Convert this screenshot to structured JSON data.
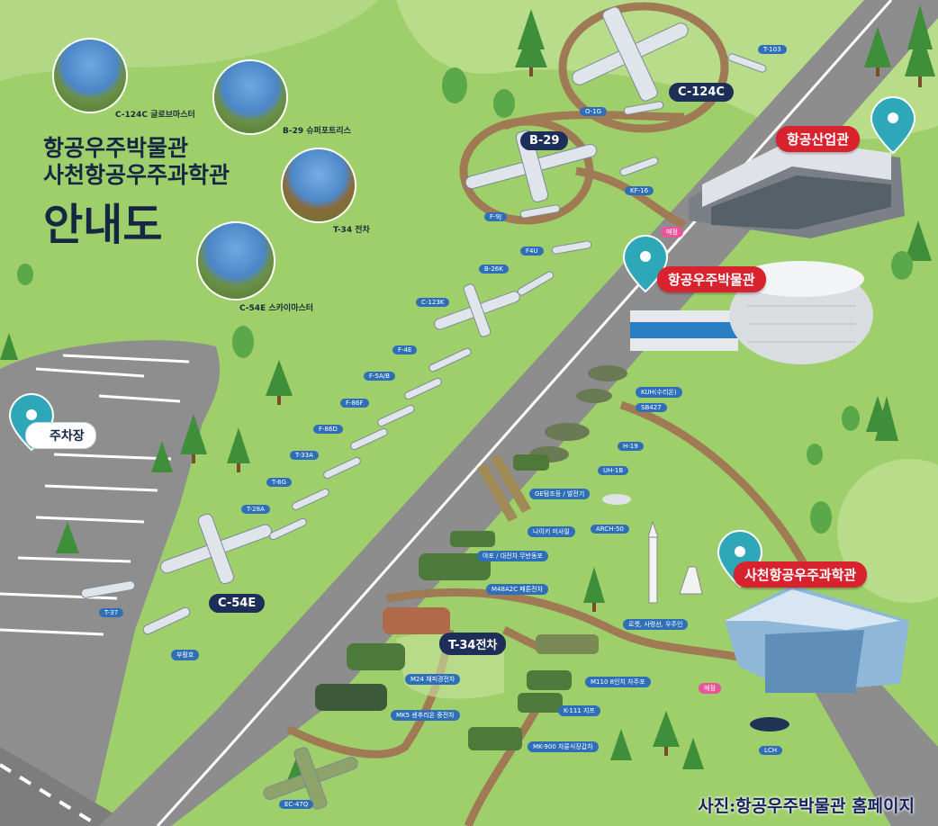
{
  "title": {
    "line1": "항공우주박물관",
    "line2": "사천항공우주과학관",
    "line3": "안내도"
  },
  "photos": [
    {
      "label": "C-124C 글로브마스터"
    },
    {
      "label": "B-29 슈퍼포트리스"
    },
    {
      "label": "T-34 전차"
    },
    {
      "label": "C-54E 스카이마스터"
    }
  ],
  "buildings": {
    "industry": "항공산업관",
    "museum": "항공우주박물관",
    "science": "사천항공우주과학관"
  },
  "parking": "주차장",
  "major": {
    "c124c": "C-124C",
    "b29": "B-29",
    "c54e": "C-54E",
    "t34": "T-34전차"
  },
  "tags": {
    "t103": "T-103",
    "o1g": "O-1G",
    "kf16": "KF-16",
    "f9j": "F-9J",
    "f4u": "F4U",
    "b26k": "B-26K",
    "c123k": "C-123K",
    "f4e": "F-4E",
    "f5ab": "F-5A/B",
    "f86f": "F-86F",
    "f86d": "F-86D",
    "t33a": "T-33A",
    "t6g": "T-6G",
    "t28a": "T-28A",
    "t37": "T-37",
    "buhwal": "부활호",
    "kuh": "KUH(수리온)",
    "sb427": "SB427",
    "h19": "H-19",
    "uh1b": "UH-1B",
    "ge": "GE탐조등 / 발전기",
    "arch50": "ARCH-50",
    "nike": "나이키 미사일",
    "aa": "야포 / 대전차 무반동포",
    "m48": "M48A2C 패튼전차",
    "rocket": "로켓, 사령선, 우주인",
    "m24": "M24 채피경전차",
    "m110": "M110 8인치 자주포",
    "mk5": "MK5 센추리온 중전차",
    "k111": "K-111 지프",
    "mk900": "MK-900 차륜식장갑차",
    "lch": "LCH",
    "ec47q": "EC-47Q"
  },
  "shop": "매점",
  "credit": "사진:항공우주박물관 홈페이지",
  "colors": {
    "grass": "#9fcf6a",
    "road": "#8d8d8d",
    "path": "#a07a55",
    "pin": "#2ea7b8",
    "navy": "#1d2f59",
    "red": "#d8232f"
  }
}
